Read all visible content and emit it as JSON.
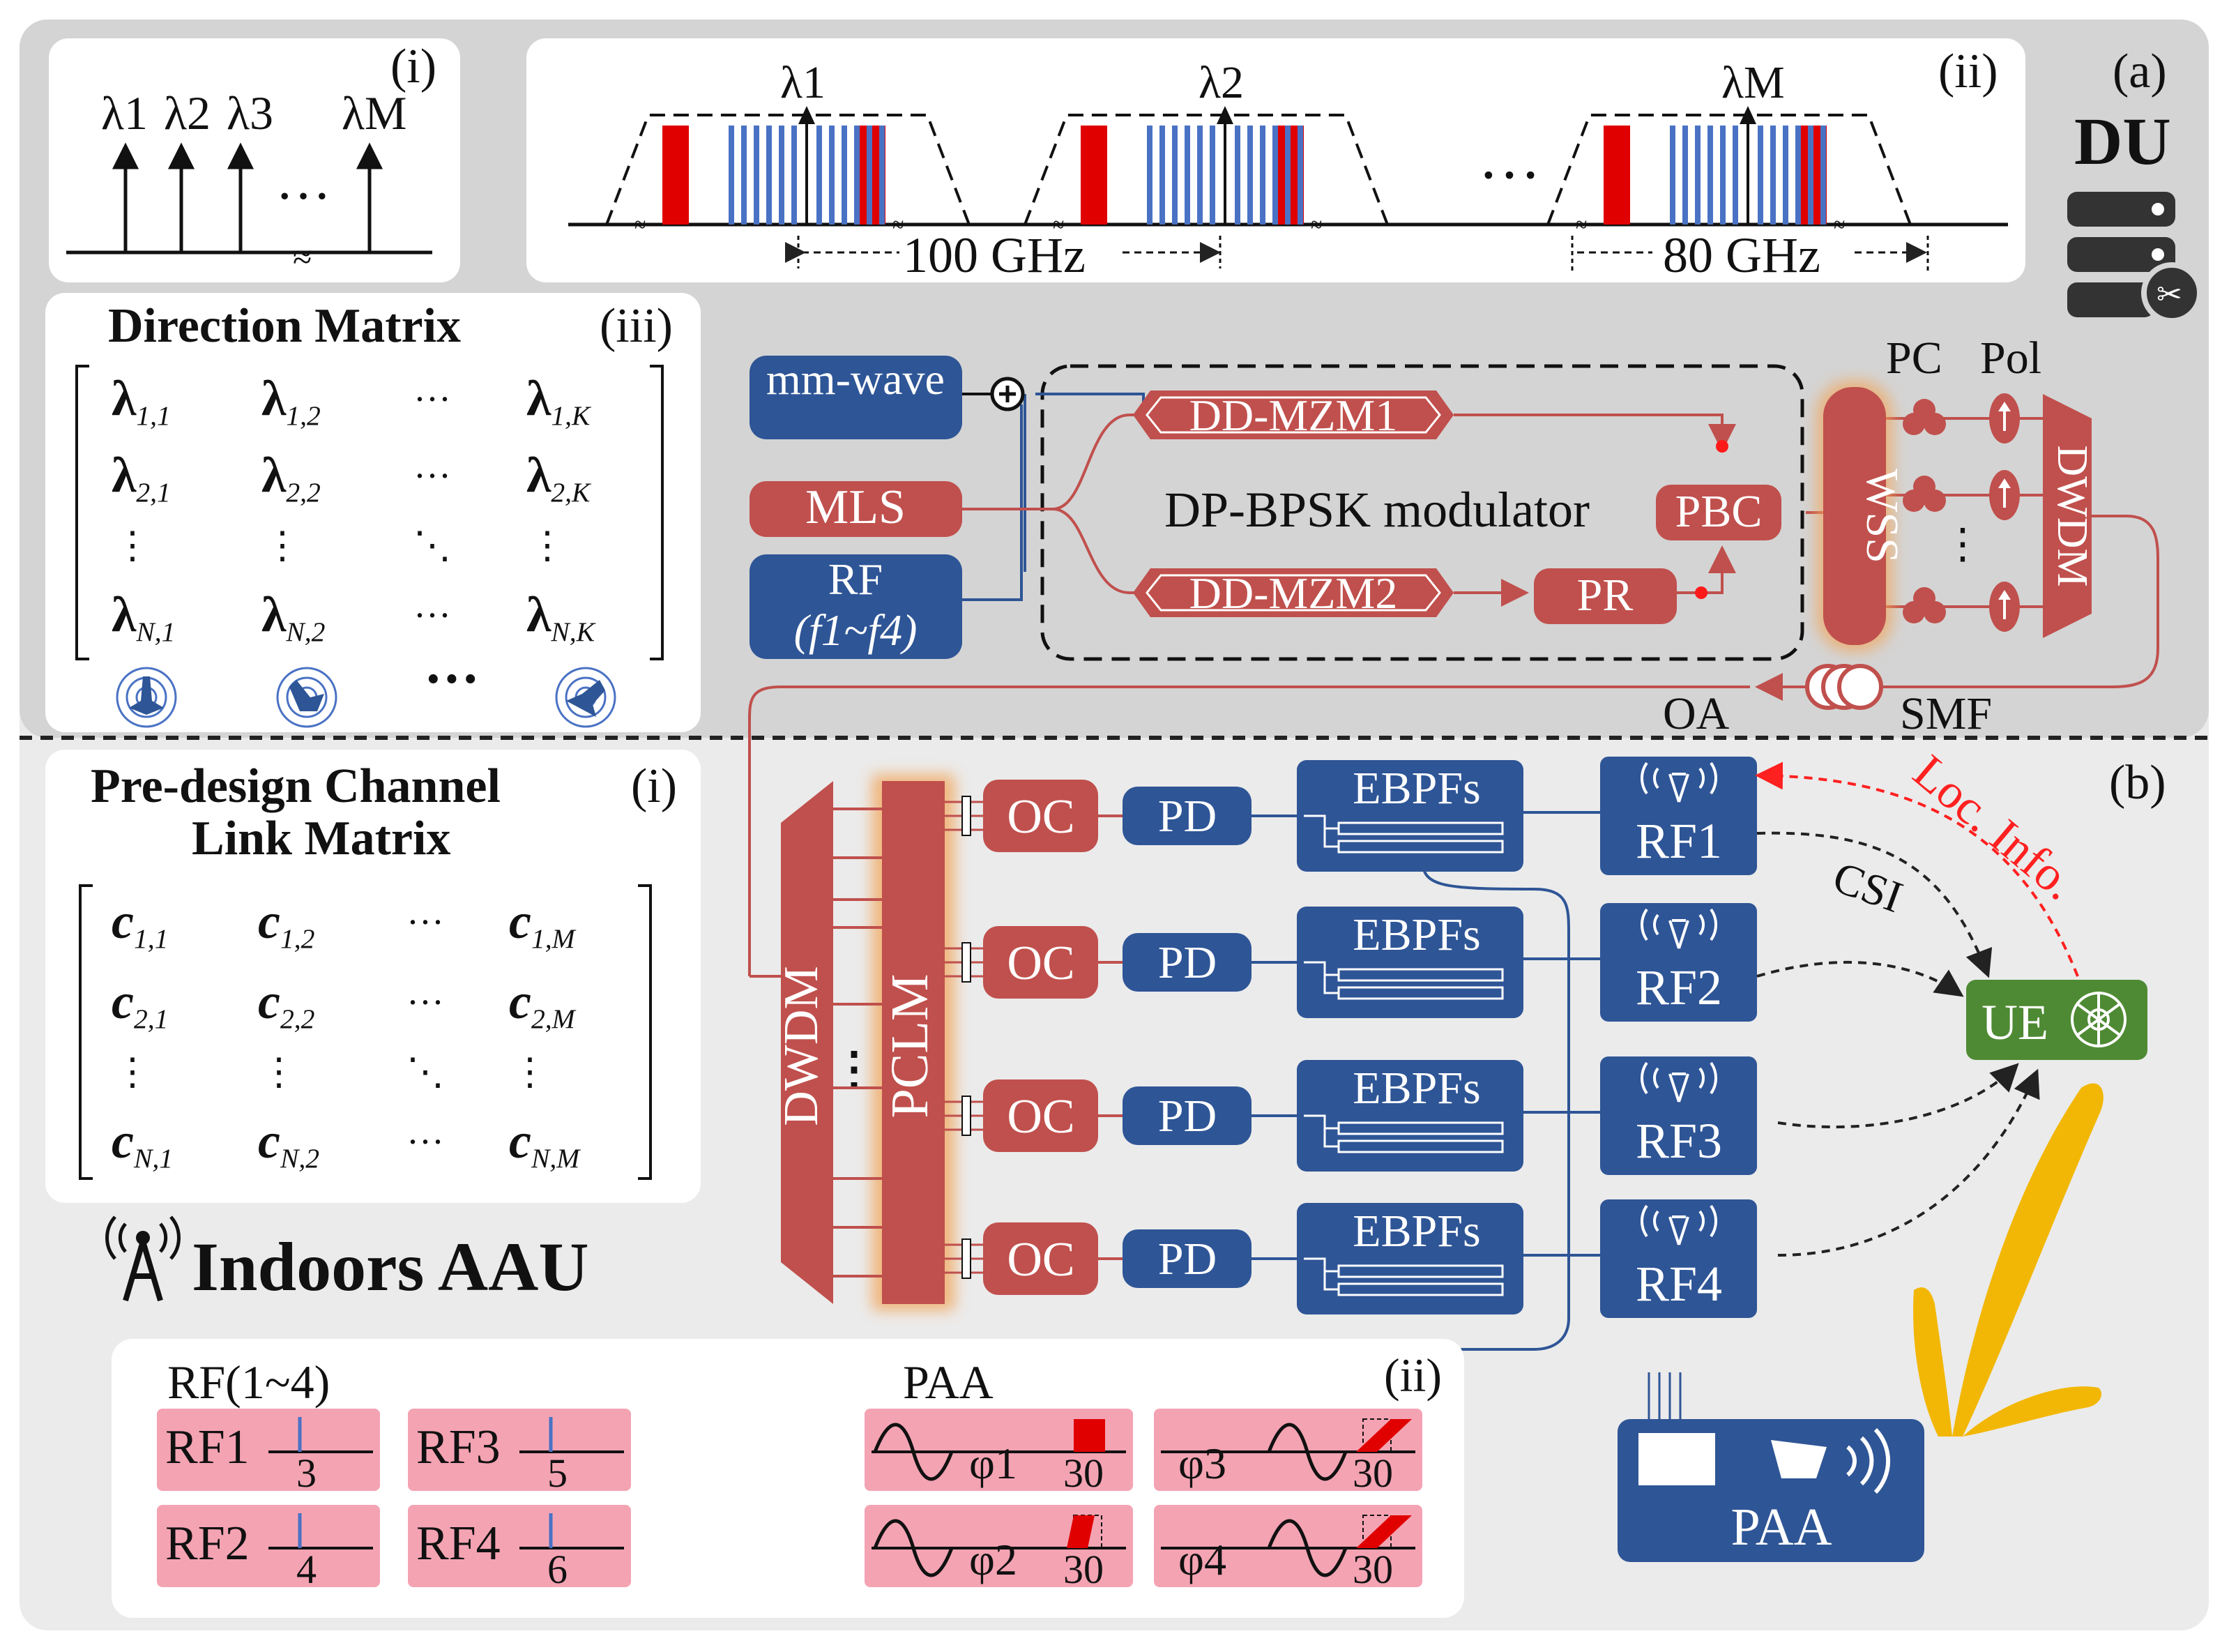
{
  "du": {
    "section_label": "(a)",
    "title": "DU",
    "panel_i": {
      "tag": "(i)",
      "wavelengths": [
        "λ1",
        "λ2",
        "λ3",
        "λM"
      ],
      "ellipsis": "…",
      "break_mark": "≈"
    },
    "panel_ii": {
      "tag": "(ii)",
      "channels": [
        "λ1",
        "λ2",
        "λM"
      ],
      "ellipsis": "…",
      "spacing_label": "100 GHz",
      "width_label": "80 GHz"
    },
    "direction_matrix": {
      "title": "Direction Matrix",
      "tag": "(iii)",
      "rows": [
        [
          "λ1,1",
          "λ1,2",
          "···",
          "λ1,K"
        ],
        [
          "λ2,1",
          "λ2,2",
          "···",
          "λ2,K"
        ],
        [
          "⋮",
          "⋮",
          "⋱",
          "⋮"
        ],
        [
          "λN,1",
          "λN,2",
          "···",
          "λN,K"
        ]
      ],
      "footer_ellipsis": "···"
    },
    "transmitter": {
      "mmwave": "mm-wave",
      "mls": "MLS",
      "rf": "RF",
      "rf_range": "(f1~f4)",
      "mzm1": "DD-MZM1",
      "mzm2": "DD-MZM2",
      "modulator": "DP-BPSK modulator",
      "pbc": "PBC",
      "pr": "PR",
      "wss": "WSS",
      "pc": "PC",
      "pol": "Pol",
      "dwdm": "DWDM",
      "oa": "OA",
      "smf": "SMF"
    }
  },
  "aau": {
    "section_label": "(b)",
    "title": "Indoors AAU",
    "channel_matrix": {
      "title_line1": "Pre-design Channel",
      "title_line2": "Link Matrix",
      "tag": "(i)",
      "rows": [
        [
          "c1,1",
          "c1,2",
          "···",
          "c1,M"
        ],
        [
          "c2,1",
          "c2,2",
          "···",
          "c2,M"
        ],
        [
          "⋮",
          "⋮",
          "⋱",
          "⋮"
        ],
        [
          "cN,1",
          "cN,2",
          "···",
          "cN,M"
        ]
      ]
    },
    "receiver": {
      "dwdm": "DWDM",
      "pclm": "PCLM",
      "oc": "OC",
      "pd": "PD",
      "ebpf": "EBPFs",
      "rf_units": [
        "RF1",
        "RF2",
        "RF3",
        "RF4"
      ],
      "ue": "UE",
      "csi": "CSI",
      "loc_info": "Loc. Info.",
      "paa": "PAA"
    },
    "legend": {
      "tag": "(ii)",
      "rf_title": "RF(1~4)",
      "rf_items": [
        {
          "label": "RF1",
          "value": "3"
        },
        {
          "label": "RF3",
          "value": "5"
        },
        {
          "label": "RF2",
          "value": "4"
        },
        {
          "label": "RF4",
          "value": "6"
        }
      ],
      "paa_title": "PAA",
      "paa_items": [
        {
          "phase": "φ1",
          "angle": "30"
        },
        {
          "phase": "φ3",
          "angle": "30"
        },
        {
          "phase": "φ2",
          "angle": "30"
        },
        {
          "phase": "φ4",
          "angle": "30"
        }
      ]
    }
  },
  "colors": {
    "red": "#c0504d",
    "blue": "#2e5596",
    "green": "#4e8a33",
    "spectrum_red": "#e00000",
    "spectrum_blue": "#4a72c4",
    "pink": "#f4a3b3",
    "yellow": "#f2b705",
    "gray_bg": "#d8d8d8",
    "light_bg": "#ebebeb"
  }
}
